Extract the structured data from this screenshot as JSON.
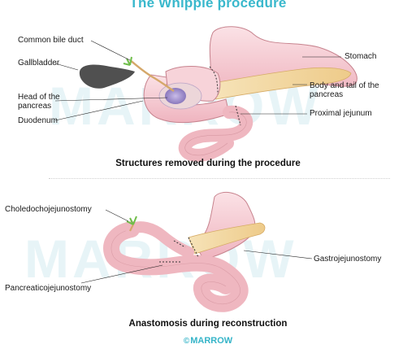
{
  "title": "The Whipple procedure",
  "watermark": "MARROW",
  "top_panel": {
    "labels": {
      "common_bile_duct": "Common bile duct",
      "gallbladder": "Gallbladder",
      "head_of_pancreas": "Head of the pancreas",
      "duodenum": "Duodenum",
      "stomach": "Stomach",
      "body_tail_pancreas": "Body and tail of the pancreas",
      "proximal_jejunum": "Proximal jejunum"
    },
    "caption": "Structures removed during the procedure"
  },
  "bottom_panel": {
    "labels": {
      "choledochojejunostomy": "Choledochojejunostomy",
      "gastrojejunostomy": "Gastrojejunostomy",
      "pancreaticojejunostomy": "Pancreaticojejunostomy"
    },
    "caption": "Anastomosis during reconstruction"
  },
  "footer": {
    "copyright_symbol": "©",
    "brand": "MARROW"
  },
  "colors": {
    "title": "#39b8cc",
    "organ_pink": "#f6cdd3",
    "organ_outline": "#c7838e",
    "pancreas": "#f3d9a6",
    "gallbladder": "#4d4d4d",
    "tumor": "#9a88c8"
  }
}
